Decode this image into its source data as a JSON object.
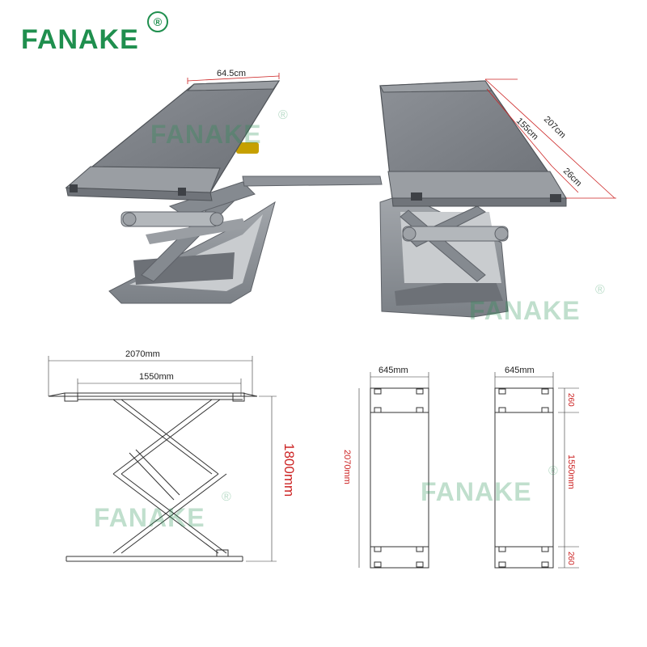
{
  "brand": {
    "name": "FANAKE",
    "reg_mark": "®",
    "color": "#1f8f4e"
  },
  "watermark": {
    "text": "FANAKE",
    "reg_mark": "®"
  },
  "photo_dimensions": {
    "platform_width": "64.5cm",
    "platform_length": "207cm",
    "middle_section": "155cm",
    "ramp_section": "26cm"
  },
  "side_view": {
    "total_length": "2070mm",
    "inner_length": "1550mm",
    "height": "1800mm"
  },
  "top_view_left": {
    "width": "645mm",
    "length": "2070mm"
  },
  "top_view_right": {
    "width": "645mm",
    "top_segment": "260",
    "middle_segment": "1550mm",
    "bottom_segment": "260"
  }
}
